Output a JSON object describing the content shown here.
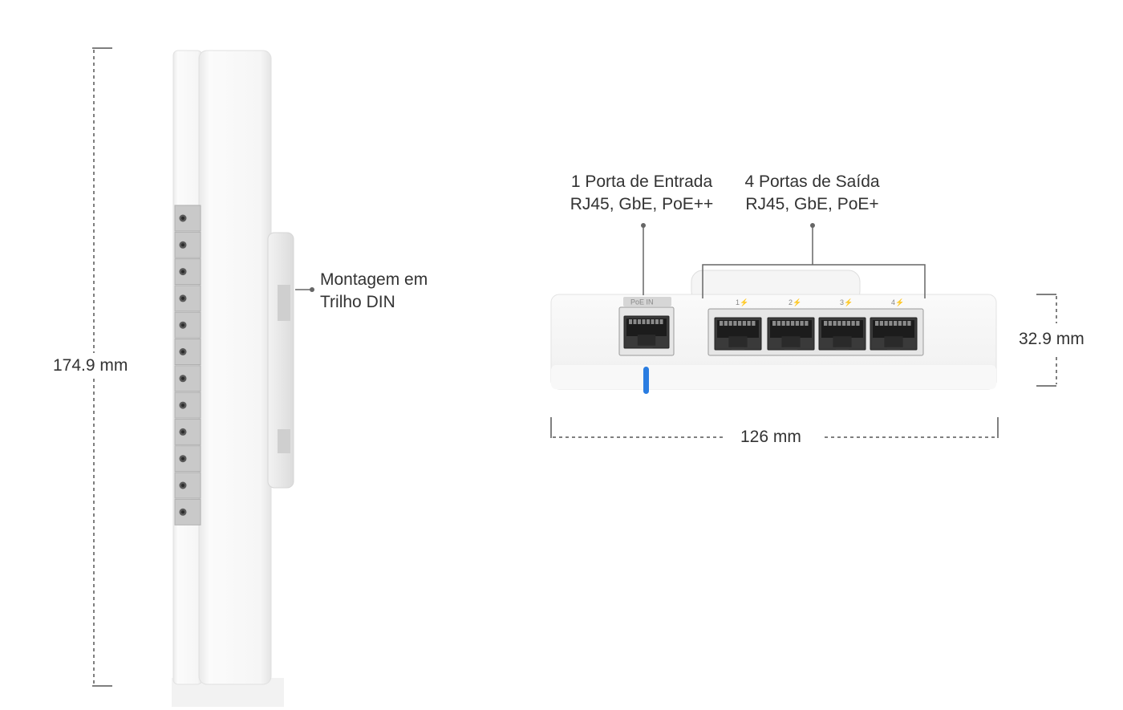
{
  "dimensions": {
    "height": "174.9 mm",
    "depth": "32.9 mm",
    "width": "126 mm"
  },
  "callouts": {
    "din_rail": {
      "line1": "Montagem em",
      "line2": "Trilho DIN"
    },
    "input_port": {
      "line1": "1 Porta de Entrada",
      "line2": "RJ45, GbE, PoE++"
    },
    "output_ports": {
      "line1": "4 Portas de Saída",
      "line2": "RJ45, GbE, PoE+"
    }
  },
  "device_markings": {
    "poe_in": "PoE IN",
    "ports": [
      "1",
      "2",
      "3",
      "4"
    ]
  },
  "colors": {
    "status_led": "#2a7de1",
    "dimension_line": "#555555",
    "device_body": "#f4f4f4"
  }
}
